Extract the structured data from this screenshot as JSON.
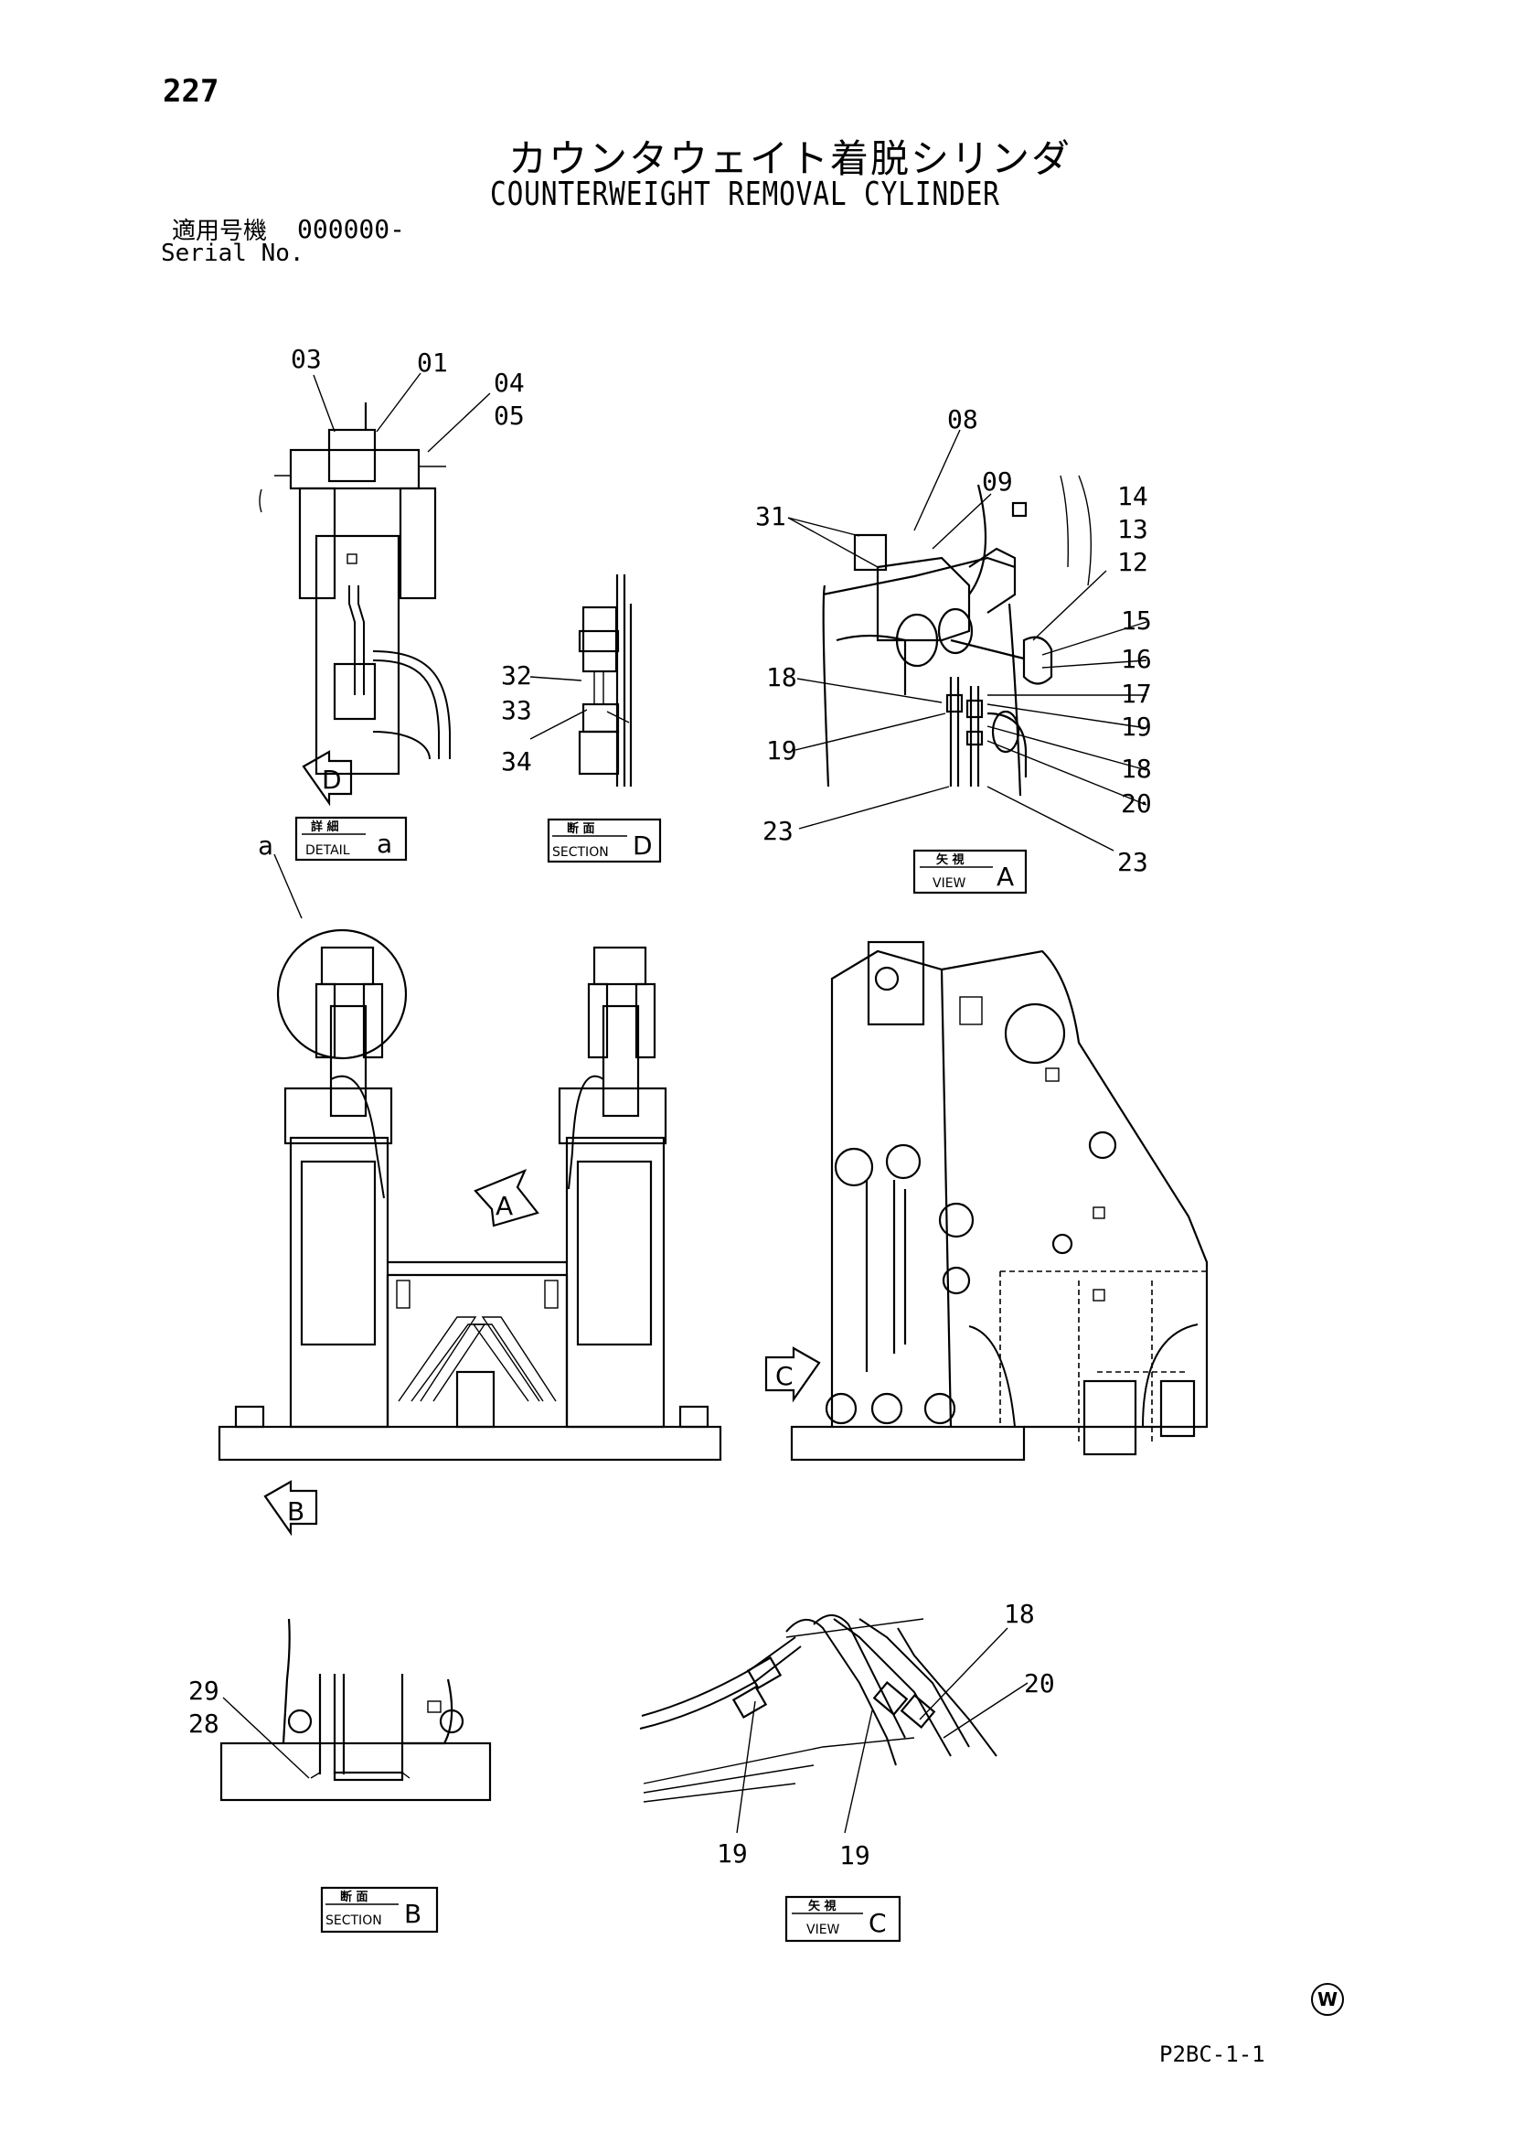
{
  "header": {
    "page_number": "227",
    "title_jp": "カウンタウェイト着脱シリンダ",
    "title_en": "COUNTERWEIGHT REMOVAL CYLINDER",
    "serial_label_jp": "適用号機",
    "serial_value": "000000-",
    "serial_label_en": "Serial No."
  },
  "callouts": {
    "c01": "01",
    "c03": "03",
    "c04": "04",
    "c05": "05",
    "c08": "08",
    "c09": "09",
    "c12": "12",
    "c13": "13",
    "c14": "14",
    "c15": "15",
    "c16": "16",
    "c17": "17",
    "c18a": "18",
    "c18b": "18",
    "c18c": "18",
    "c19a": "19",
    "c19b": "19",
    "c19c": "19",
    "c19d": "19",
    "c20a": "20",
    "c20b": "20",
    "c23a": "23",
    "c23b": "23",
    "c28": "28",
    "c29": "29",
    "c31": "31",
    "c32": "32",
    "c33": "33",
    "c34": "34",
    "a": "a"
  },
  "view_tags": {
    "detail_a": {
      "jp": "詳 細",
      "en": "DETAIL",
      "letter": "a"
    },
    "section_d": {
      "jp": "断 面",
      "en": "SECTION",
      "letter": "D"
    },
    "view_a": {
      "jp": "矢 視",
      "en": "VIEW",
      "letter": "A"
    },
    "section_b": {
      "jp": "断 面",
      "en": "SECTION",
      "letter": "B"
    },
    "view_c": {
      "jp": "矢 視",
      "en": "VIEW",
      "letter": "C"
    }
  },
  "arrows": {
    "d": "D",
    "a": "A",
    "b": "B",
    "c": "C"
  },
  "footer": {
    "code": "P2BC-1-1",
    "mark": "W"
  }
}
